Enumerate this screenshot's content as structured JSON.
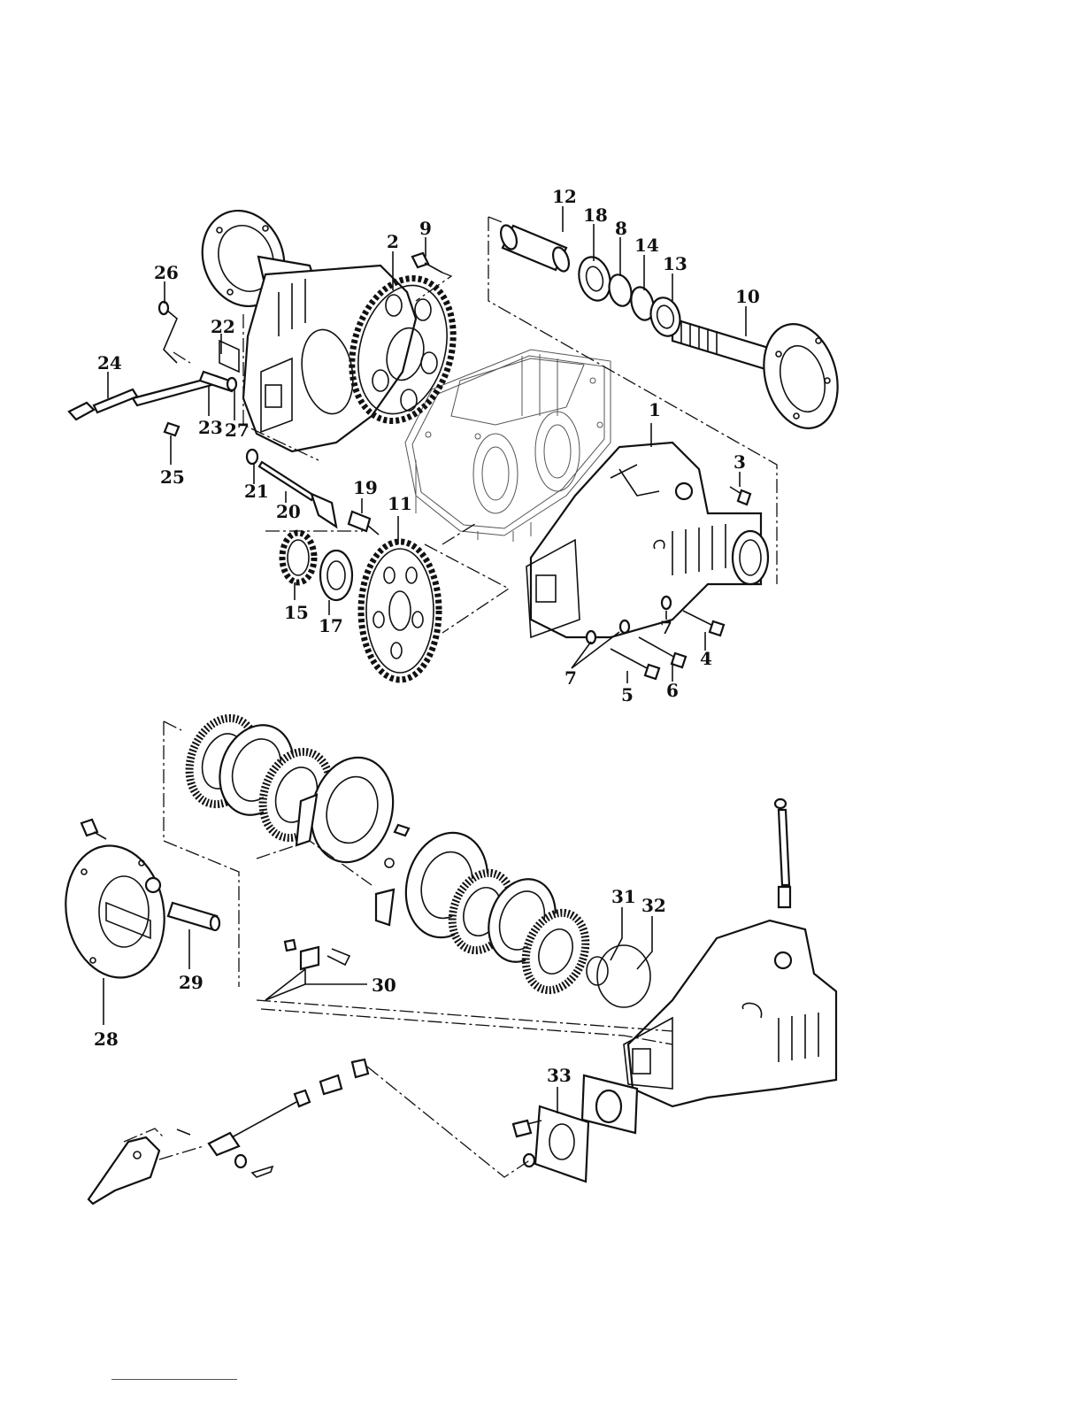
{
  "callouts": [
    {
      "id": "c1",
      "label": "1"
    },
    {
      "id": "c2",
      "label": "2"
    },
    {
      "id": "c3",
      "label": "3"
    },
    {
      "id": "c4",
      "label": "4"
    },
    {
      "id": "c5",
      "label": "5"
    },
    {
      "id": "c6",
      "label": "6"
    },
    {
      "id": "c7a",
      "label": "7"
    },
    {
      "id": "c7b",
      "label": "7"
    },
    {
      "id": "c8",
      "label": "8"
    },
    {
      "id": "c9",
      "label": "9"
    },
    {
      "id": "c10",
      "label": "10"
    },
    {
      "id": "c11",
      "label": "11"
    },
    {
      "id": "c12",
      "label": "12"
    },
    {
      "id": "c13",
      "label": "13"
    },
    {
      "id": "c14",
      "label": "14"
    },
    {
      "id": "c15",
      "label": "15"
    },
    {
      "id": "c17",
      "label": "17"
    },
    {
      "id": "c18",
      "label": "18"
    },
    {
      "id": "c19",
      "label": "19"
    },
    {
      "id": "c20",
      "label": "20"
    },
    {
      "id": "c21",
      "label": "21"
    },
    {
      "id": "c22",
      "label": "22"
    },
    {
      "id": "c23",
      "label": "23"
    },
    {
      "id": "c24",
      "label": "24"
    },
    {
      "id": "c25",
      "label": "25"
    },
    {
      "id": "c26",
      "label": "26"
    },
    {
      "id": "c27",
      "label": "27"
    },
    {
      "id": "c28",
      "label": "28"
    },
    {
      "id": "c29",
      "label": "29"
    },
    {
      "id": "c30",
      "label": "30"
    },
    {
      "id": "c31",
      "label": "31"
    },
    {
      "id": "c32",
      "label": "32"
    },
    {
      "id": "c33",
      "label": "33"
    }
  ],
  "colors": {
    "line": "#111111",
    "background": "#ffffff",
    "link": "#3355aa"
  }
}
